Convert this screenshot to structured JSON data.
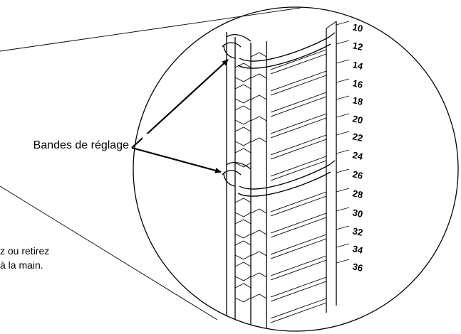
{
  "callout_label": "Bandes de réglage",
  "note_lines": [
    "z ou retirez",
    "à la main."
  ],
  "scale_labels": [
    "10",
    "12",
    "14",
    "16",
    "18",
    "20",
    "22",
    "24",
    "26",
    "28",
    "30",
    "32",
    "34",
    "36"
  ]
}
